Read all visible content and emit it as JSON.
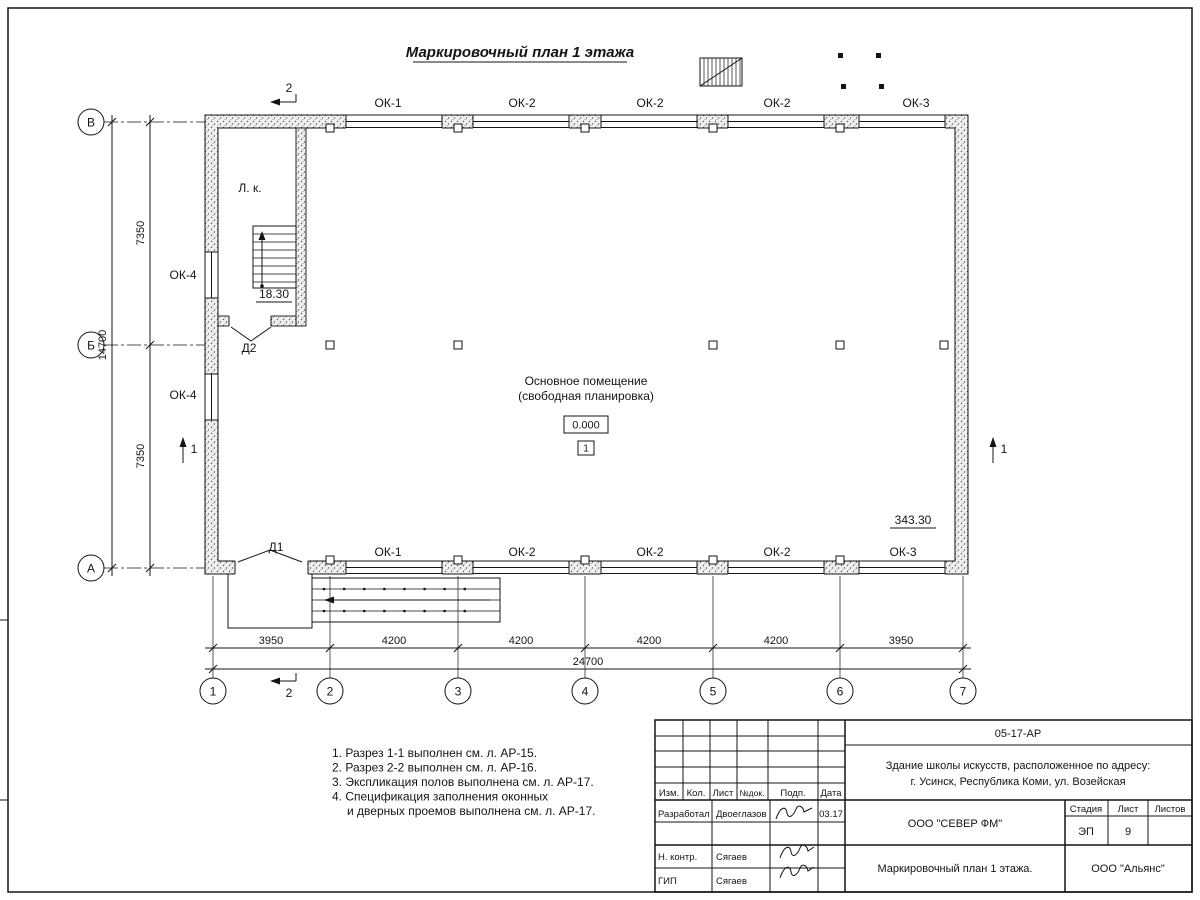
{
  "page": {
    "title": "Маркировочный план 1 этажа"
  },
  "plan": {
    "axes_rows": [
      "В",
      "Б",
      "А"
    ],
    "axes_cols": [
      "1",
      "2",
      "3",
      "4",
      "5",
      "6",
      "7"
    ],
    "windows_top": [
      "ОК-1",
      "ОК-2",
      "ОК-2",
      "ОК-2",
      "ОК-3"
    ],
    "windows_bottom": [
      "ОК-1",
      "ОК-2",
      "ОК-2",
      "ОК-2",
      "ОК-3"
    ],
    "windows_left": [
      "ОК-4",
      "ОК-4"
    ],
    "doors": {
      "d1": "Д1",
      "d2": "Д2"
    },
    "rooms": {
      "stair": "Л. к.",
      "stair_area": "18.30",
      "main_line1": "Основное помещение",
      "main_line2": "(свободная планировка)",
      "main_area": "343.30",
      "level": "0.000",
      "number": "1"
    },
    "sections": {
      "s1": "1",
      "s2": "2"
    },
    "dims": {
      "bottom": [
        "3950",
        "4200",
        "4200",
        "4200",
        "4200",
        "3950"
      ],
      "bottom_total": "24700",
      "left": [
        "7350",
        "7350"
      ],
      "left_total": "14700"
    }
  },
  "notes": [
    "1. Разрез 1-1 выполнен см. л. АР-15.",
    "2. Разрез 2-2 выполнен см. л. АР-16.",
    "3. Экспликация полов выполнена см. л. АР-17.",
    "4. Спецификация заполнения оконных",
    "и дверных проемов выполнена см. л. АР-17."
  ],
  "titleblock": {
    "code": "05-17-АР",
    "object_line1": "Здание школы искусств, расположенное по адресу:",
    "object_line2": "г. Усинск, Республика Коми, ул. Возейская",
    "cols": [
      "Изм.",
      "Кол.",
      "Лист",
      "№док.",
      "Подп.",
      "Дата"
    ],
    "row_developed": {
      "role": "Разработал",
      "name": "Двоеглазов",
      "date": "03.17"
    },
    "row_ncontrol": {
      "role": "Н. контр.",
      "name": "Сягаев"
    },
    "row_gip": {
      "role": "ГИП",
      "name": "Сягаев"
    },
    "company": "ООО \"СЕВЕР ФМ\"",
    "stage_label": "Стадия",
    "sheet_label": "Лист",
    "sheets_label": "Листов",
    "stage": "ЭП",
    "sheet": "9",
    "doc_title": "Маркировочный план 1 этажа.",
    "org": "ООО \"Альянс\""
  }
}
